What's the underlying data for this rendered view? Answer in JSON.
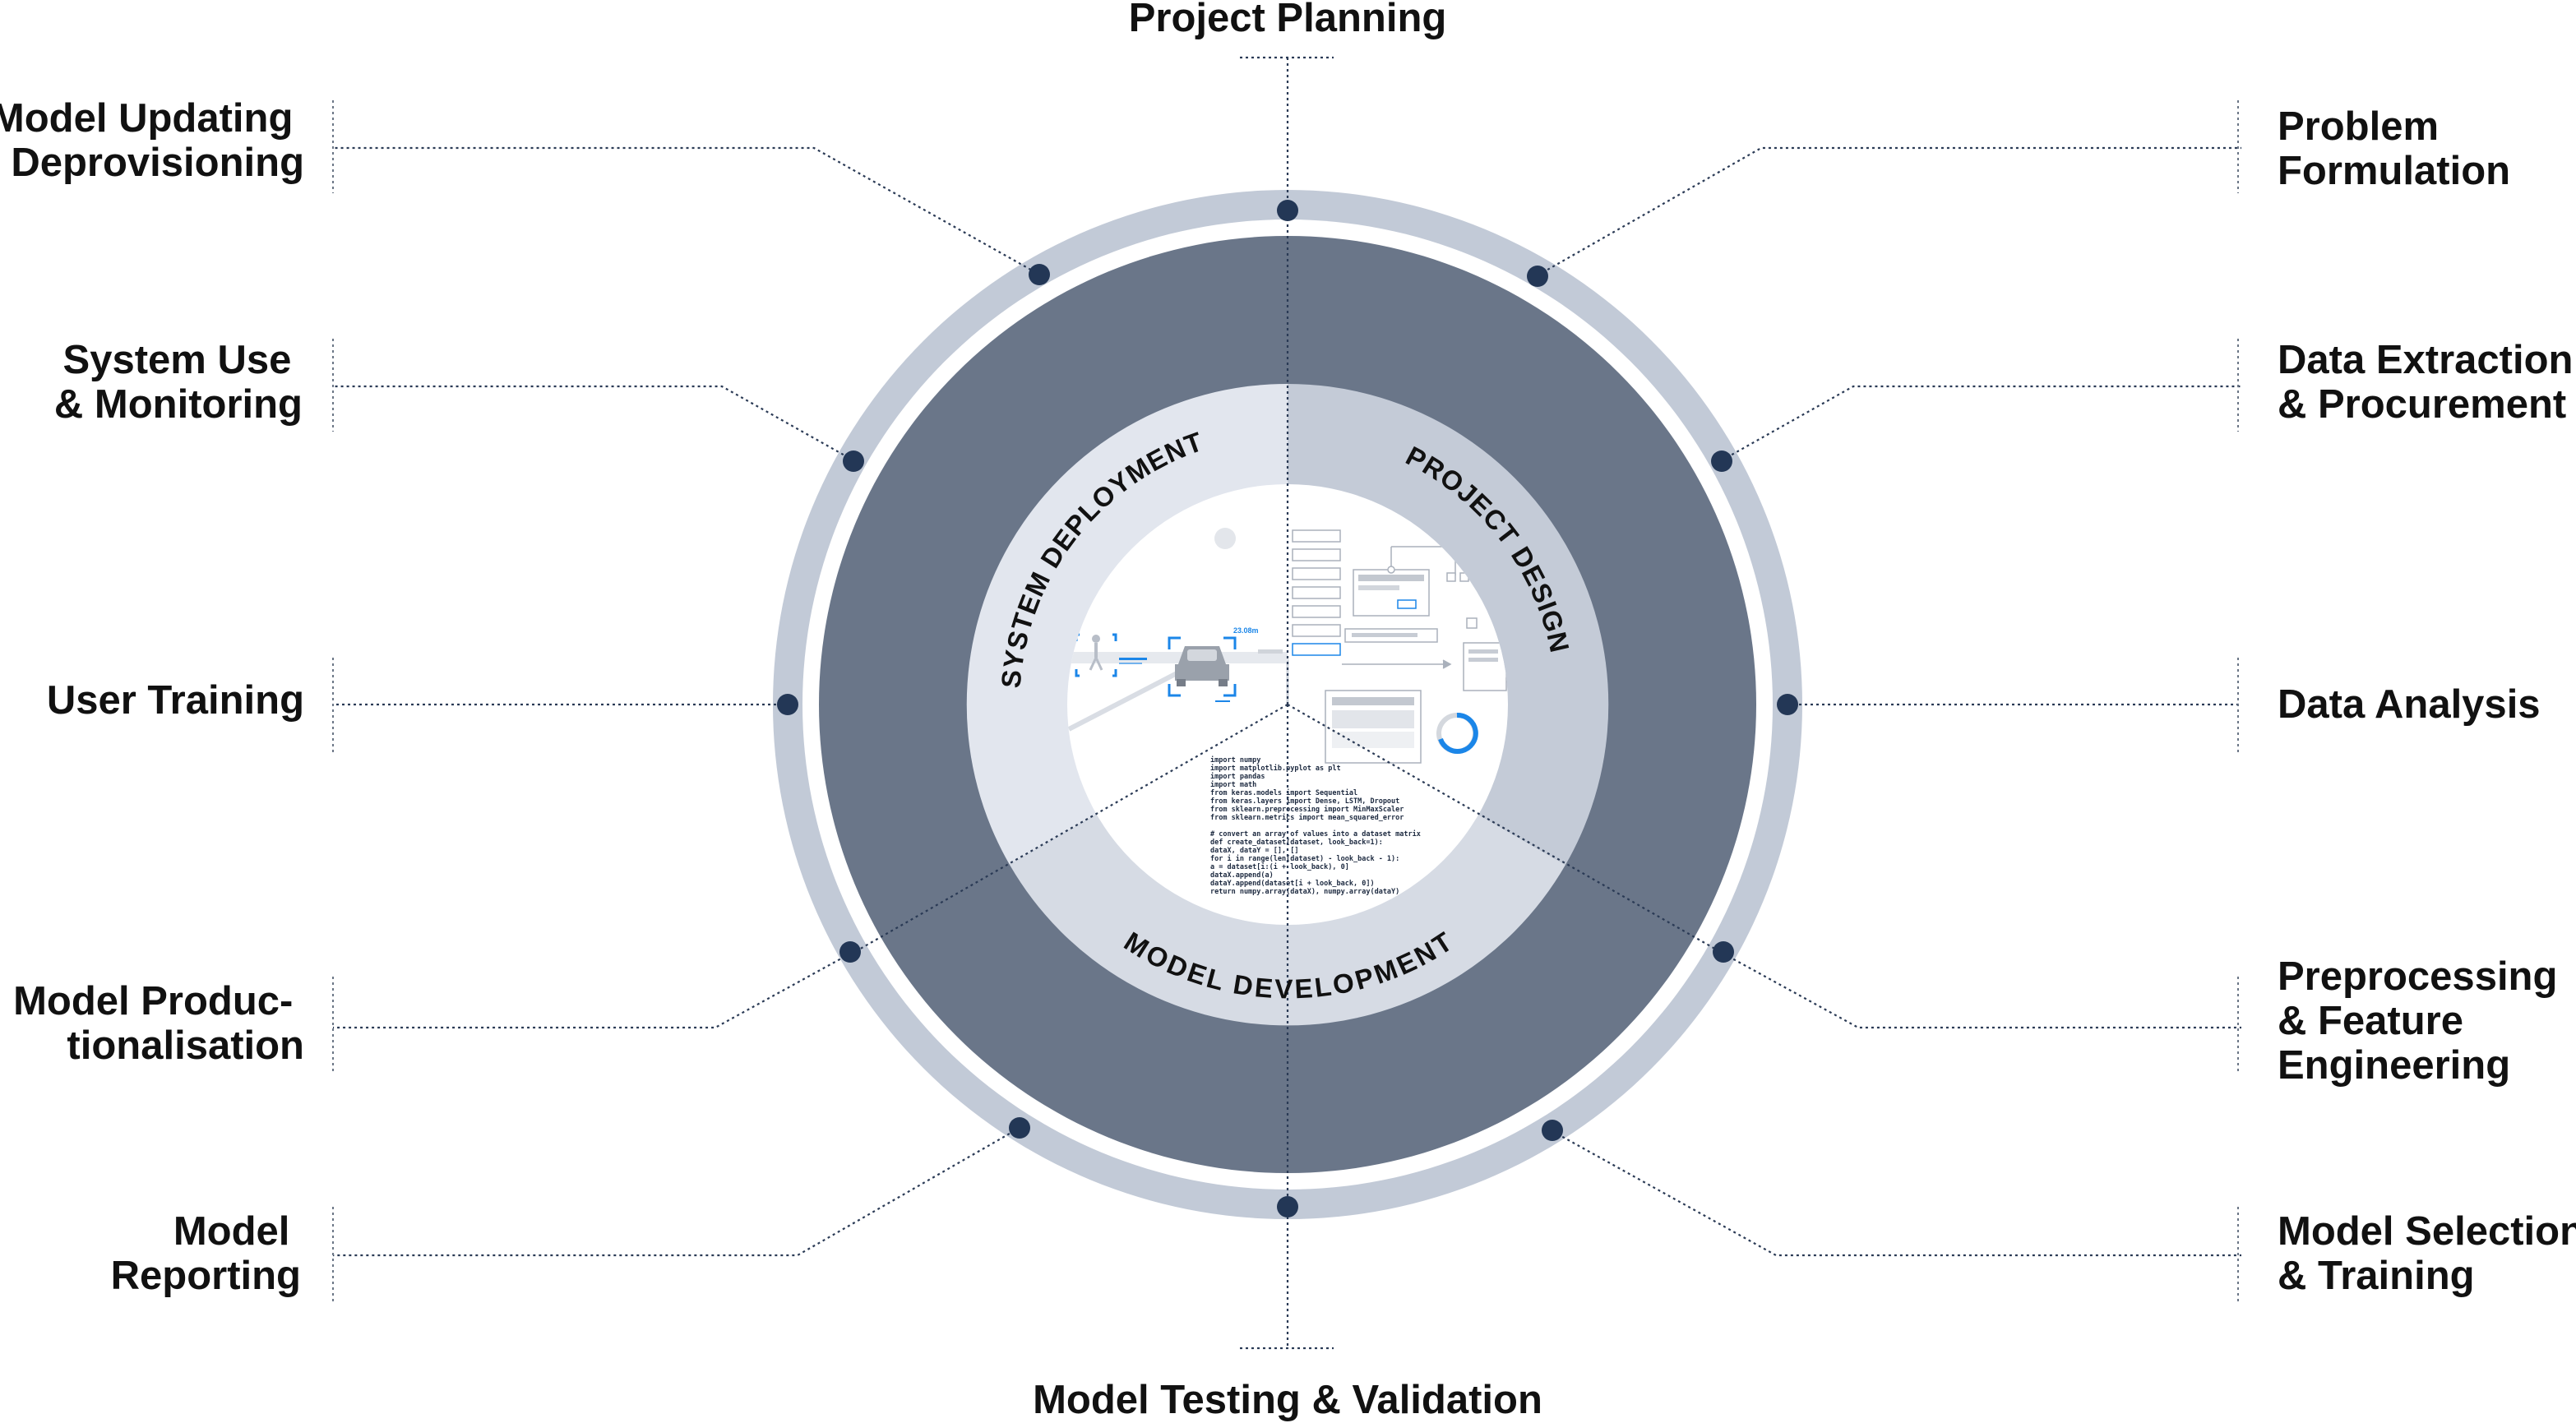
{
  "colors": {
    "outer_ring": "#c2cad7",
    "main_ring": "#6a7689",
    "inner_band_left": "#e2e6ee",
    "inner_band_right": "#c4cbd7",
    "inner_band_bottom": "#d6dbe4",
    "dot": "#233756",
    "accent": "#1b86e8"
  },
  "stages": {
    "project_planning": "Project Planning",
    "problem_formulation": [
      "Problem",
      "Formulation"
    ],
    "data_extraction": [
      "Data Extraction",
      "& Procurement"
    ],
    "data_analysis": "Data Analysis",
    "preprocessing": [
      "Preprocessing",
      "& Feature",
      "Engineering"
    ],
    "model_selection": [
      "Model Selection",
      "& Training"
    ],
    "model_testing": "Model Testing & Validation",
    "model_reporting": [
      "Model",
      "Reporting"
    ],
    "model_productionalisation": [
      "Model Produc-",
      "tionalisation"
    ],
    "user_training": "User Training",
    "system_use": [
      "System Use",
      "& Monitoring"
    ],
    "model_updating": [
      "Model Updating",
      "& Deprovisioning"
    ]
  },
  "phases": {
    "system_deployment": "SYSTEM DEPLOYMENT",
    "project_design": "PROJECT DESIGN",
    "model_development": "MODEL DEVELOPMENT"
  },
  "illustration": {
    "distance_tag": "23.08m",
    "code_lines": [
      "import numpy",
      "import matplotlib.pyplot as plt",
      "import pandas",
      "import math",
      "from keras.models import Sequential",
      "from keras.layers import Dense, LSTM, Dropout",
      "from sklearn.preprocessing import MinMaxScaler",
      "from sklearn.metrics import mean_squared_error",
      "",
      "# convert an array of values into a dataset matrix",
      "def create_dataset(dataset, look_back=1):",
      "    dataX, dataY = [], []",
      "    for i in range(len(dataset) - look_back - 1):",
      "        a = dataset[i:(i + look_back), 0]",
      "        dataX.append(a)",
      "        dataY.append(dataset[i + look_back, 0])",
      "    return numpy.array(dataX), numpy.array(dataY)"
    ]
  }
}
